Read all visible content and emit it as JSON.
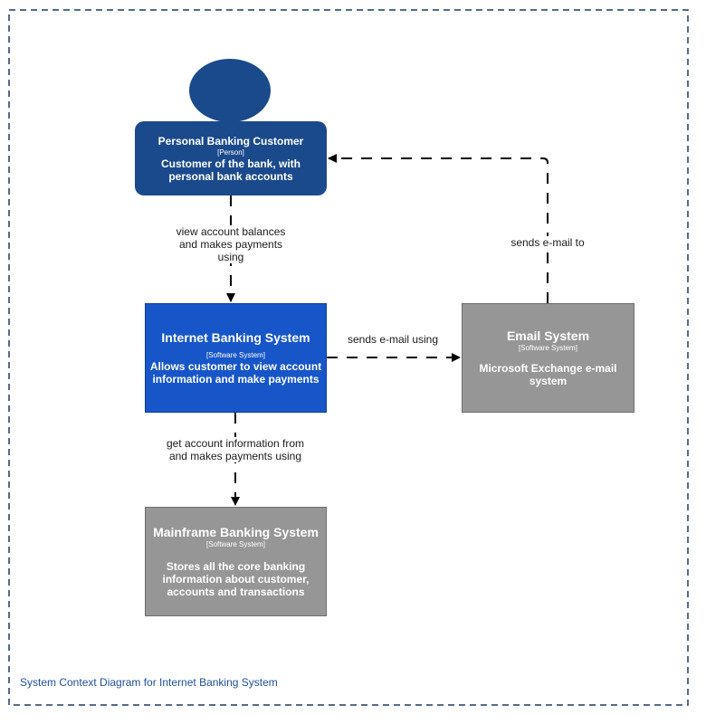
{
  "caption": "System Context Diagram for Internet Banking System",
  "colors": {
    "person": "#1b4a8c",
    "internal_system": "#1756c9",
    "external_system": "#969696",
    "boundary": "#1e3a5f",
    "edge": "#000000"
  },
  "nodes": {
    "customer": {
      "title": "Personal Banking Customer",
      "kind": "[Person]",
      "desc": "Customer of the bank, with personal bank accounts"
    },
    "internet_banking": {
      "title": "Internet Banking System",
      "kind": "[Software System]",
      "desc": "Allows customer to view account information and make payments"
    },
    "email": {
      "title": "Email System",
      "kind": "[Software System]",
      "desc": "Microsoft Exchange e-mail system"
    },
    "mainframe": {
      "title": "Mainframe Banking System",
      "kind": "[Software System]",
      "desc": "Stores all the core banking information about customer, accounts and transactions"
    }
  },
  "edges": {
    "customer_to_ibs": "view account balances and makes payments using",
    "ibs_to_email": "sends e-mail using",
    "email_to_customer": "sends e-mail to",
    "ibs_to_mainframe": "get account information from and makes payments using"
  }
}
